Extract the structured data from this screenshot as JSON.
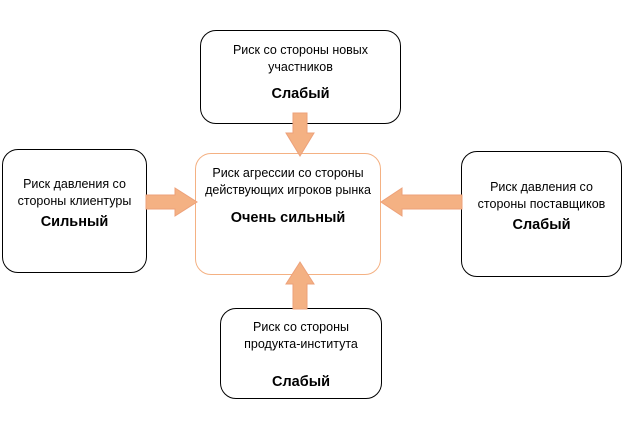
{
  "diagram": {
    "center": {
      "text": "Риск агрессии со стороны действующих игроков рынка",
      "level": "Очень сильный"
    },
    "top": {
      "text": "Риск со стороны новых участников",
      "level": "Слабый"
    },
    "left": {
      "text": "Риск давления со стороны клиентуры",
      "level": "Сильный"
    },
    "right": {
      "text": "Риск давления со стороны поставщиков",
      "level": "Слабый"
    },
    "bottom": {
      "text": "Риск со стороны продукта-института",
      "level": "Слабый"
    },
    "colors": {
      "arrow_fill": "#f4b183",
      "center_border": "#f4b183",
      "box_border": "#000000"
    }
  }
}
